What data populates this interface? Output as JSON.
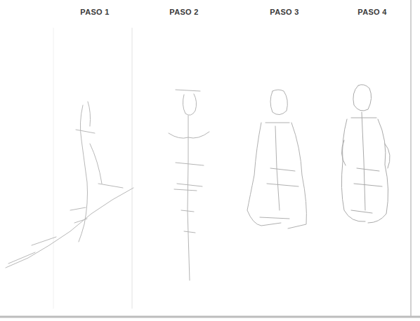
{
  "diagram": {
    "labels": [
      "PASO 1",
      "PASO 2",
      "PASO 3",
      "PASO 4"
    ]
  }
}
